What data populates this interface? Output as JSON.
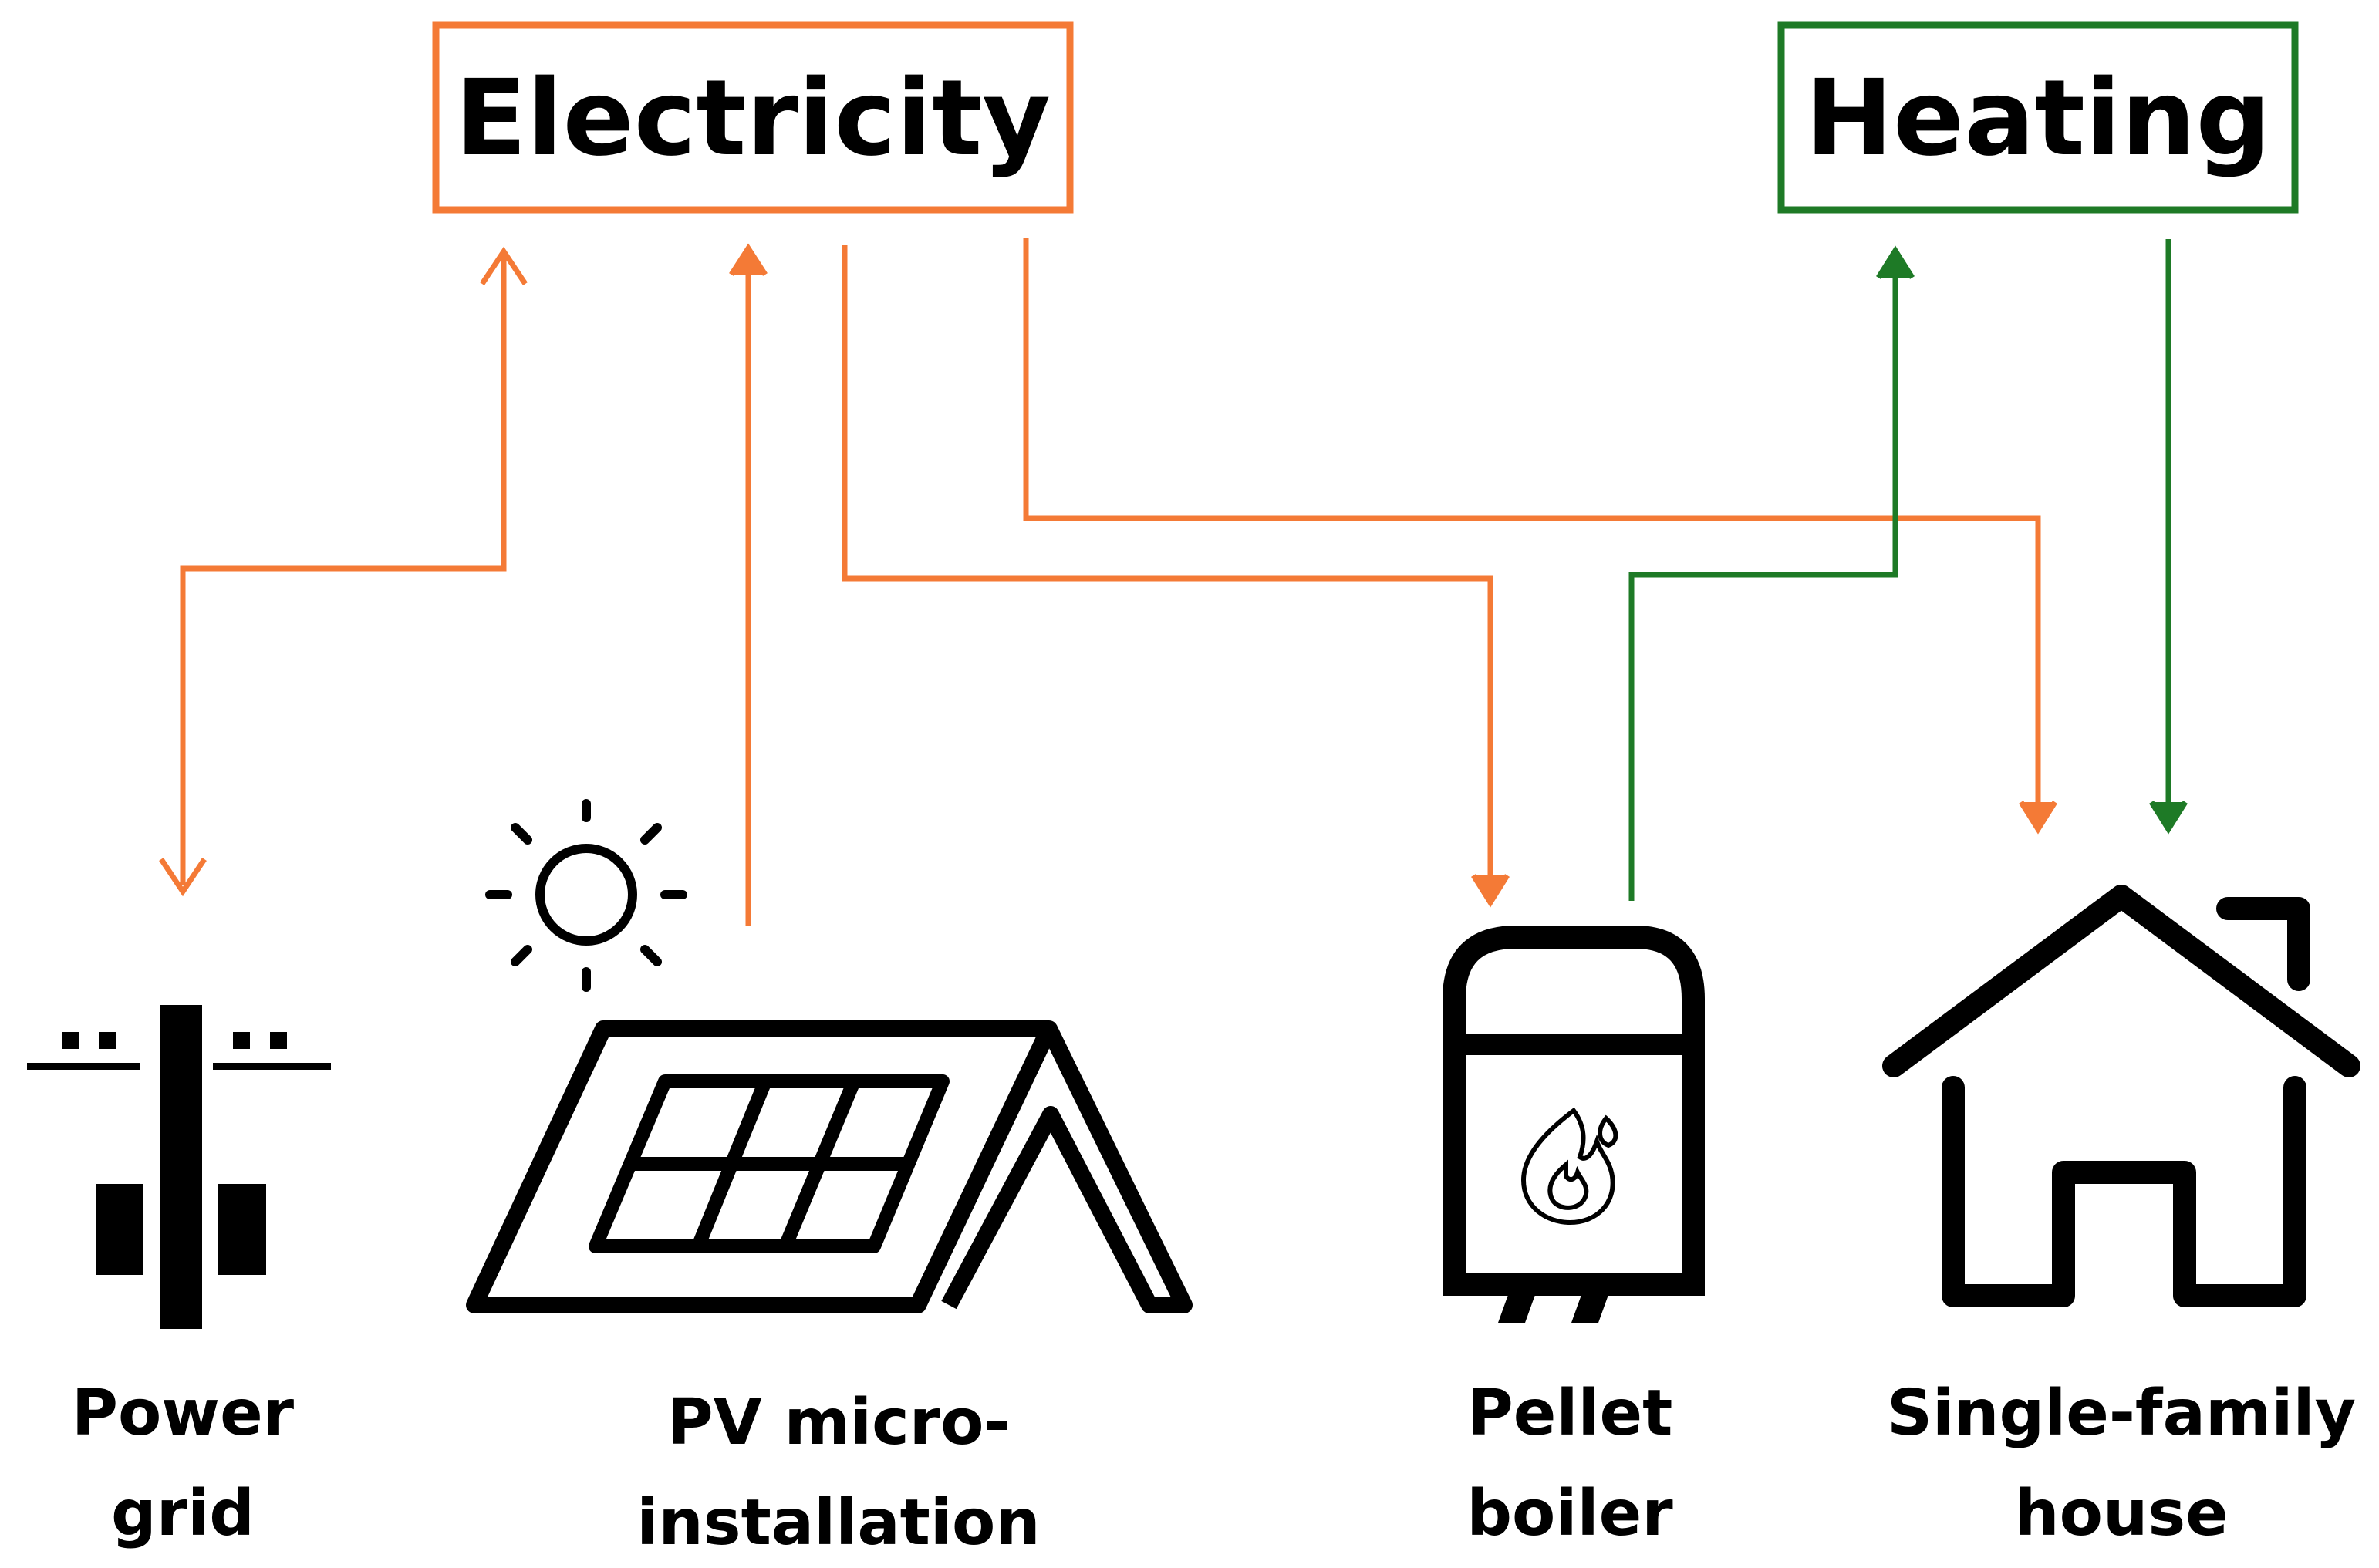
{
  "hubs": {
    "electricity": {
      "label": "Electricity",
      "color": "#F47A36"
    },
    "heating": {
      "label": "Heating",
      "color": "#1E7A26"
    }
  },
  "nodes": {
    "power_grid": {
      "line1": "Power",
      "line2": "grid",
      "icon": "power-pole-icon"
    },
    "pv": {
      "line1": "PV micro-",
      "line2": "installation",
      "icon": "solar-panel-roof-icon"
    },
    "boiler": {
      "line1": "Pellet",
      "line2": "boiler",
      "icon": "pellet-boiler-icon"
    },
    "house": {
      "line1": "Single-family",
      "line2": "house",
      "icon": "house-icon"
    }
  }
}
